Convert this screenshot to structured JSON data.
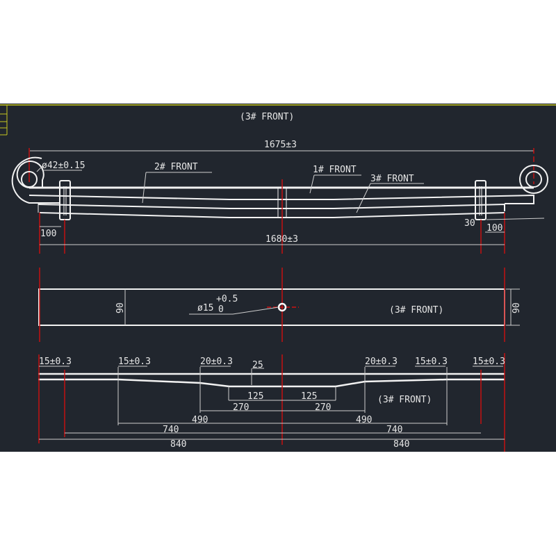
{
  "colors": {
    "background": "#21262e",
    "geometry": "#f2f2f2",
    "centerline": "#d01010",
    "frame": "#c8c820"
  },
  "top_view": {
    "title": "(3# FRONT)",
    "overall_length": "1675±3",
    "eye_diameter": "ø42±0.15",
    "leaf2_label": "2# FRONT",
    "leaf1_label": "1# FRONT",
    "leaf3_label": "3# FRONT",
    "left_offset": "100",
    "right_offset": "100",
    "clip_width": "30",
    "span": "1680±3"
  },
  "plan_view": {
    "width_left": "90",
    "width_right": "90",
    "hole_diameter": "ø15",
    "hole_tol_upper": "+0.5",
    "hole_tol_lower": "0",
    "label": "(3# FRONT)"
  },
  "section_view": {
    "thickness_labels": [
      "15±0.3",
      "15±0.3",
      "20±0.3",
      "25",
      "20±0.3",
      "15±0.3",
      "15±0.3"
    ],
    "dim_125": "125",
    "dim_270": "270",
    "dim_490": "490",
    "dim_740": "740",
    "dim_840": "840",
    "label": "(3# FRONT)"
  }
}
